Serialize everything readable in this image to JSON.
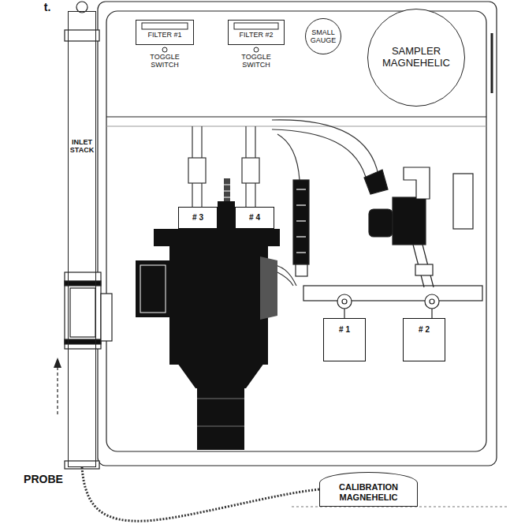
{
  "diagram": {
    "nodes": [
      {
        "text": [
          "FILTER #1"
        ]
      },
      {
        "text": [
          "FILTER #2"
        ]
      },
      {
        "text": [
          "SMALL GAUGE"
        ]
      },
      {
        "text": [
          "SAMPLER MAGNEHELIC"
        ]
      },
      {
        "text": [
          "INLET STACK"
        ]
      },
      {
        "text": [
          "# 3"
        ]
      },
      {
        "text": [
          "# 4"
        ]
      },
      {
        "text": [
          "# 1"
        ]
      },
      {
        "text": [
          "# 2"
        ]
      },
      {
        "text": [
          "CALIBRATION MAGNEHELIC"
        ]
      }
    ],
    "edges": [
      {
        "from": 4,
        "to": 9,
        "arrow": "none"
      }
    ],
    "labels": [
      "t.",
      "TOGGLE SWITCH",
      "TOGGLE SWITCH",
      "PROBE"
    ]
  }
}
